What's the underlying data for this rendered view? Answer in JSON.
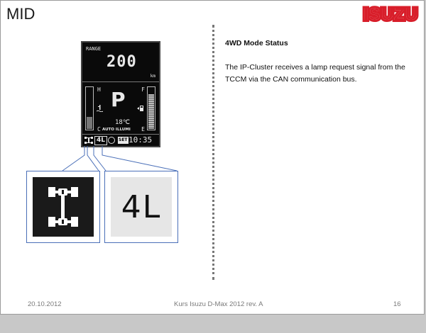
{
  "slide": {
    "title": "MID",
    "logo": "ISUZU"
  },
  "content": {
    "heading": "4WD Mode Status",
    "body": "The IP-Cluster receives a lamp request signal from the TCCM via the CAN communication bus."
  },
  "cluster": {
    "range_label": "RANGE",
    "range_value": "200",
    "range_unit": "km",
    "gear": "P",
    "temp_left_top": "H",
    "temp_left_bottom": "C",
    "fuel_top": "F",
    "fuel_bottom": "E",
    "outside_temp": "18℃",
    "auto_label": "AUTO ILLUMI",
    "mode_4l": "4L",
    "set_label": "SET",
    "clock": "10:35",
    "temp_gauge_level": 0.3,
    "fuel_gauge_level": 0.85
  },
  "icons": {
    "left": "4wd-drivetrain-icon",
    "right_text": "4L"
  },
  "colors": {
    "logo_red": "#d81e2a",
    "callout_blue": "#4a6fb8"
  },
  "footer": {
    "date": "20.10.2012",
    "course": "Kurs Isuzu D-Max 2012 rev. A",
    "page": "16"
  }
}
